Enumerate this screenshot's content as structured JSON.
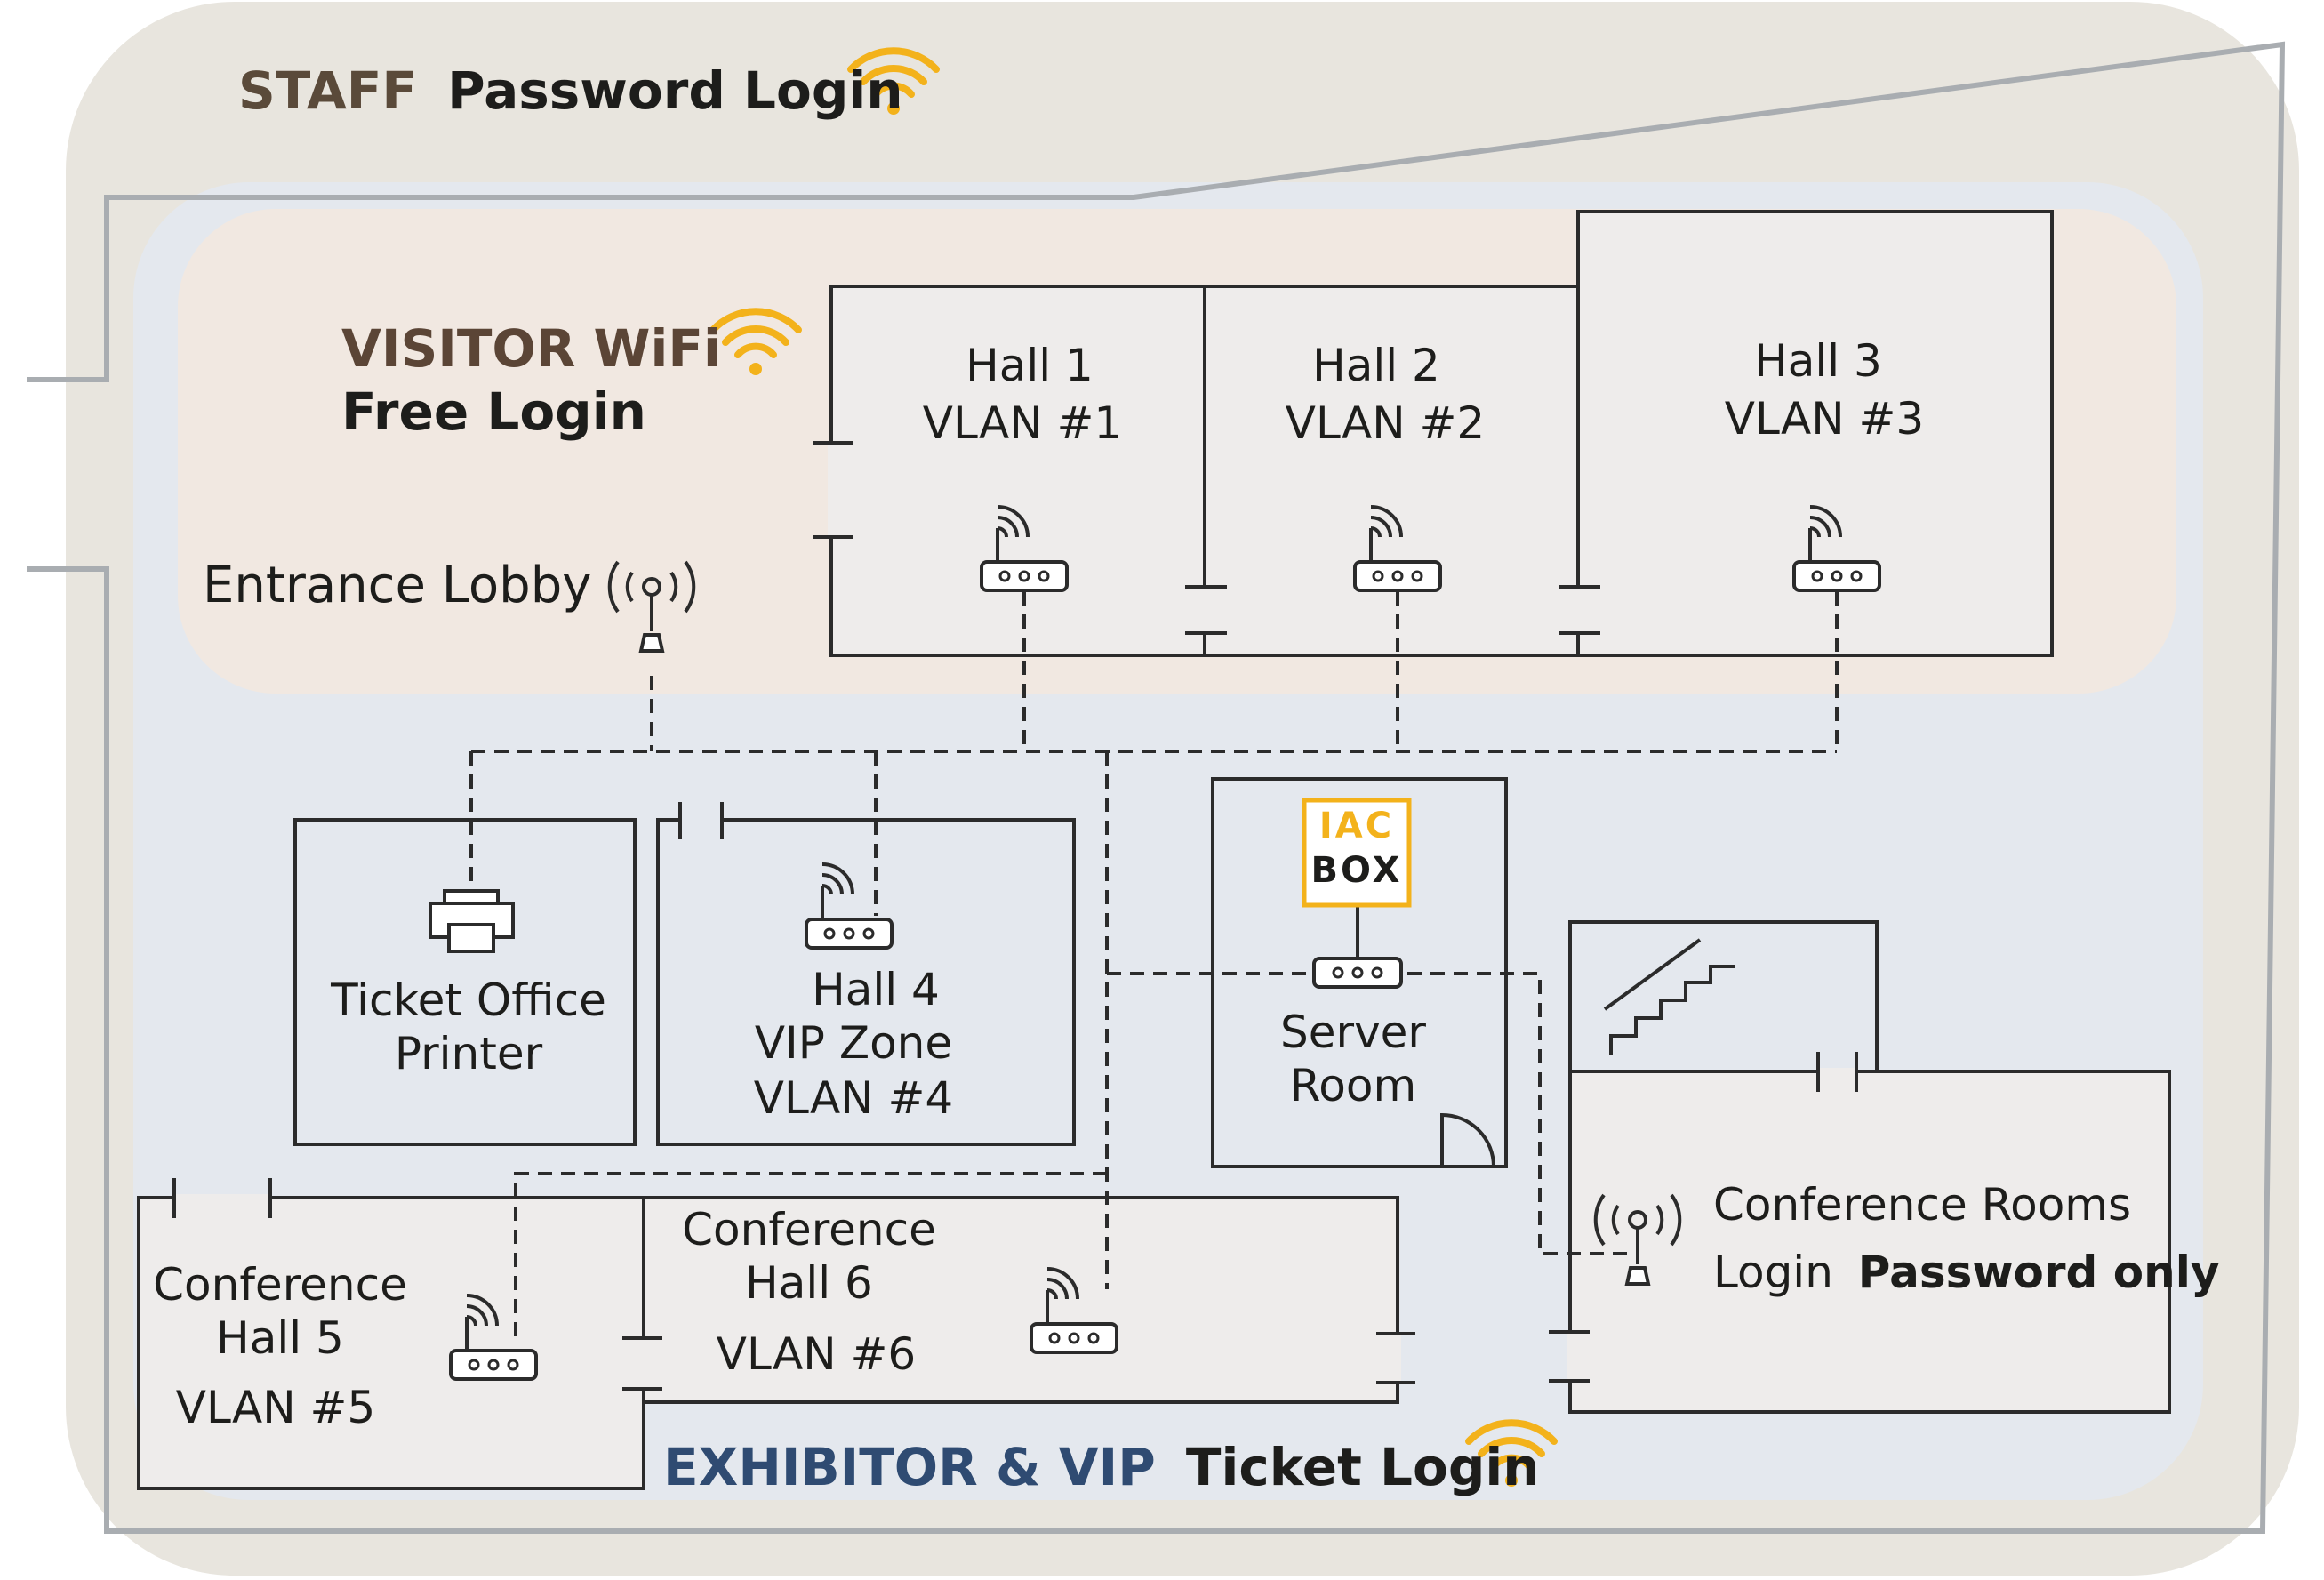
{
  "colors": {
    "staff_zone": "#e8e5de",
    "exhibitor_zone": "#e4e8ee",
    "visitor_zone": "#f1e8e1",
    "room_fill": "#eeeceb",
    "line": "#2b2b2b",
    "border": "#a9adb1",
    "wifi": "#f3b21b",
    "staff_text": "#5a4a3a",
    "visitor_text": "#5b4536",
    "exhibitor_text": "#2f4b72",
    "iac": "#f3b21b"
  },
  "zones": {
    "staff": {
      "prefix": "STAFF",
      "label": "Password Login",
      "icon": "wifi-icon"
    },
    "visitor": {
      "prefix": "VISITOR WiFi",
      "label": "Free Login",
      "icon": "wifi-icon"
    },
    "exhibitor": {
      "prefix": "EXHIBITOR & VIP",
      "label": "Ticket Login",
      "icon": "wifi-icon"
    }
  },
  "rooms": {
    "hall1": {
      "line1": "Hall 1",
      "line2": "VLAN #1"
    },
    "hall2": {
      "line1": "Hall 2",
      "line2": "VLAN #2"
    },
    "hall3": {
      "line1": "Hall 3",
      "line2": "VLAN #3"
    },
    "lobby": {
      "label": "Entrance Lobby"
    },
    "ticket_office": {
      "line1": "Ticket Office",
      "line2": "Printer"
    },
    "hall4": {
      "line1": "Hall 4",
      "line2": "VIP Zone",
      "line3": "VLAN #4"
    },
    "server": {
      "line1": "Server",
      "line2": "Room"
    },
    "iac_box": {
      "line1": "IAC",
      "line2": "BOX"
    },
    "hall5": {
      "line1": "Conference",
      "line2": "Hall 5",
      "line3": "VLAN #5"
    },
    "hall6": {
      "line1": "Conference",
      "line2": "Hall 6",
      "line3": "VLAN #6"
    },
    "conference_rooms": {
      "line1": "Conference Rooms",
      "line2_normal": "Login",
      "line2_bold": "Password only"
    }
  }
}
